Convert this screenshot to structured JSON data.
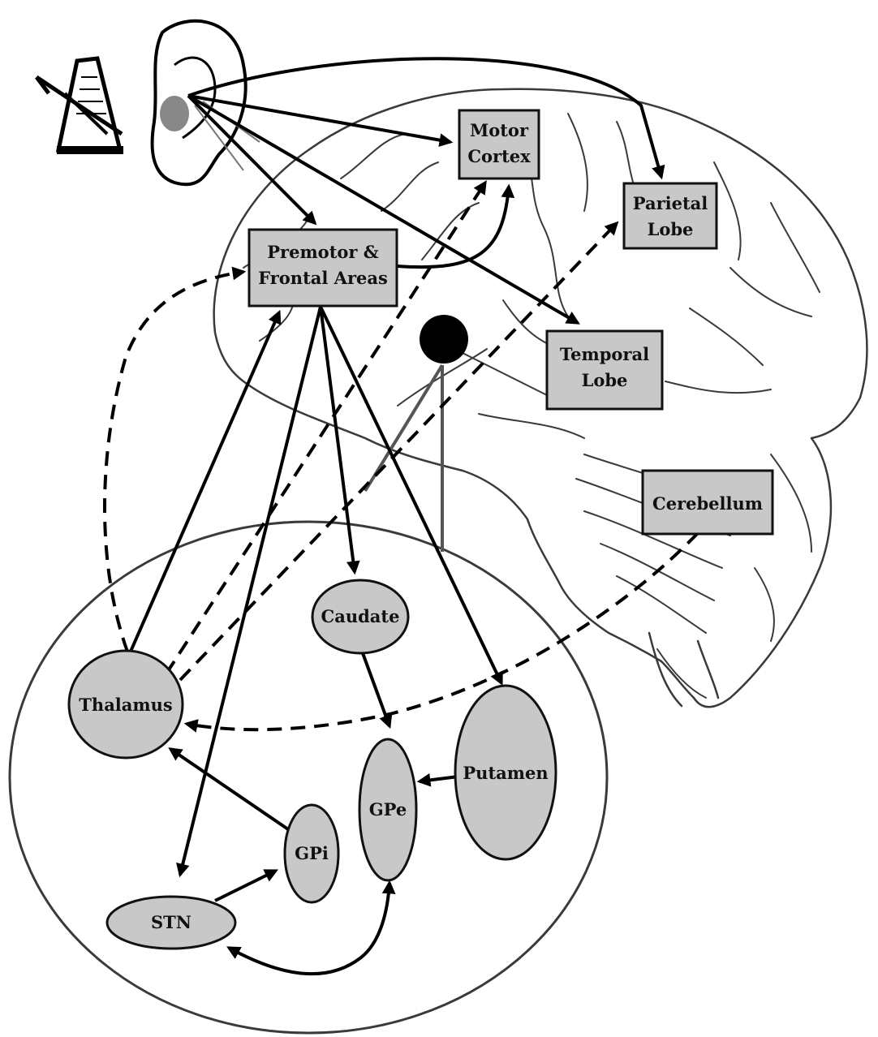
{
  "labels": {
    "motor_cortex": [
      "Motor",
      "Cortex"
    ],
    "parietal_lobe": [
      "Parietal",
      "Lobe"
    ],
    "premotor": [
      "Premotor &",
      "Frontal Areas"
    ],
    "temporal_lobe": [
      "Temporal",
      "Lobe"
    ],
    "cerebellum": "Cerebellum",
    "caudate": "Caudate",
    "thalamus": "Thalamus",
    "putamen": "Putamen",
    "gpe": "GPe",
    "gpi": "GPi",
    "stn": "STN"
  },
  "icons": [
    "metronome-icon",
    "ear-icon",
    "brain-illustration"
  ],
  "colors": {
    "node_fill": "#c8c8c8",
    "stroke": "#111111"
  }
}
